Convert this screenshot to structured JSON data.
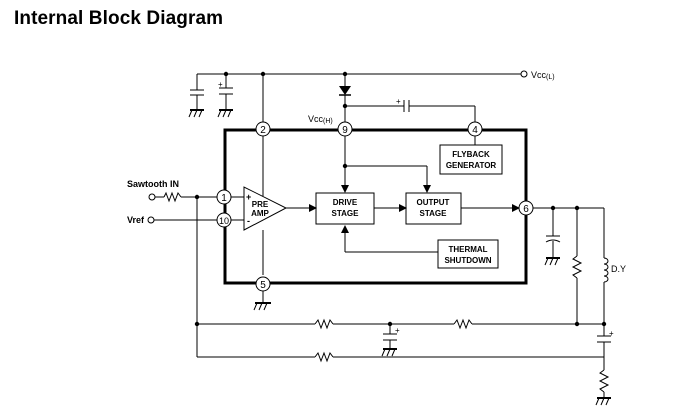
{
  "title": "Internal Block Diagram",
  "inputs": {
    "sawtooth": "Sawtooth IN",
    "vref": "Vref"
  },
  "supplies": {
    "vccl_main": "Vcc",
    "vccl_sub": "(L)",
    "vcch_main": "Vcc",
    "vcch_sub": "(H)"
  },
  "pins": [
    "1",
    "2",
    "4",
    "5",
    "6",
    "9",
    "10"
  ],
  "blocks": {
    "preamp": [
      "PRE",
      "AMP"
    ],
    "drive": [
      "DRIVE",
      "STAGE"
    ],
    "output": [
      "OUTPUT",
      "STAGE"
    ],
    "flyback": [
      "FLYBACK",
      "GENERATOR"
    ],
    "thermal": [
      "THERMAL",
      "SHUTDOWN"
    ]
  },
  "amp_signs": {
    "plus": "+",
    "minus": "-"
  },
  "polarity_mark": "+",
  "yoke_label": "D.Y"
}
